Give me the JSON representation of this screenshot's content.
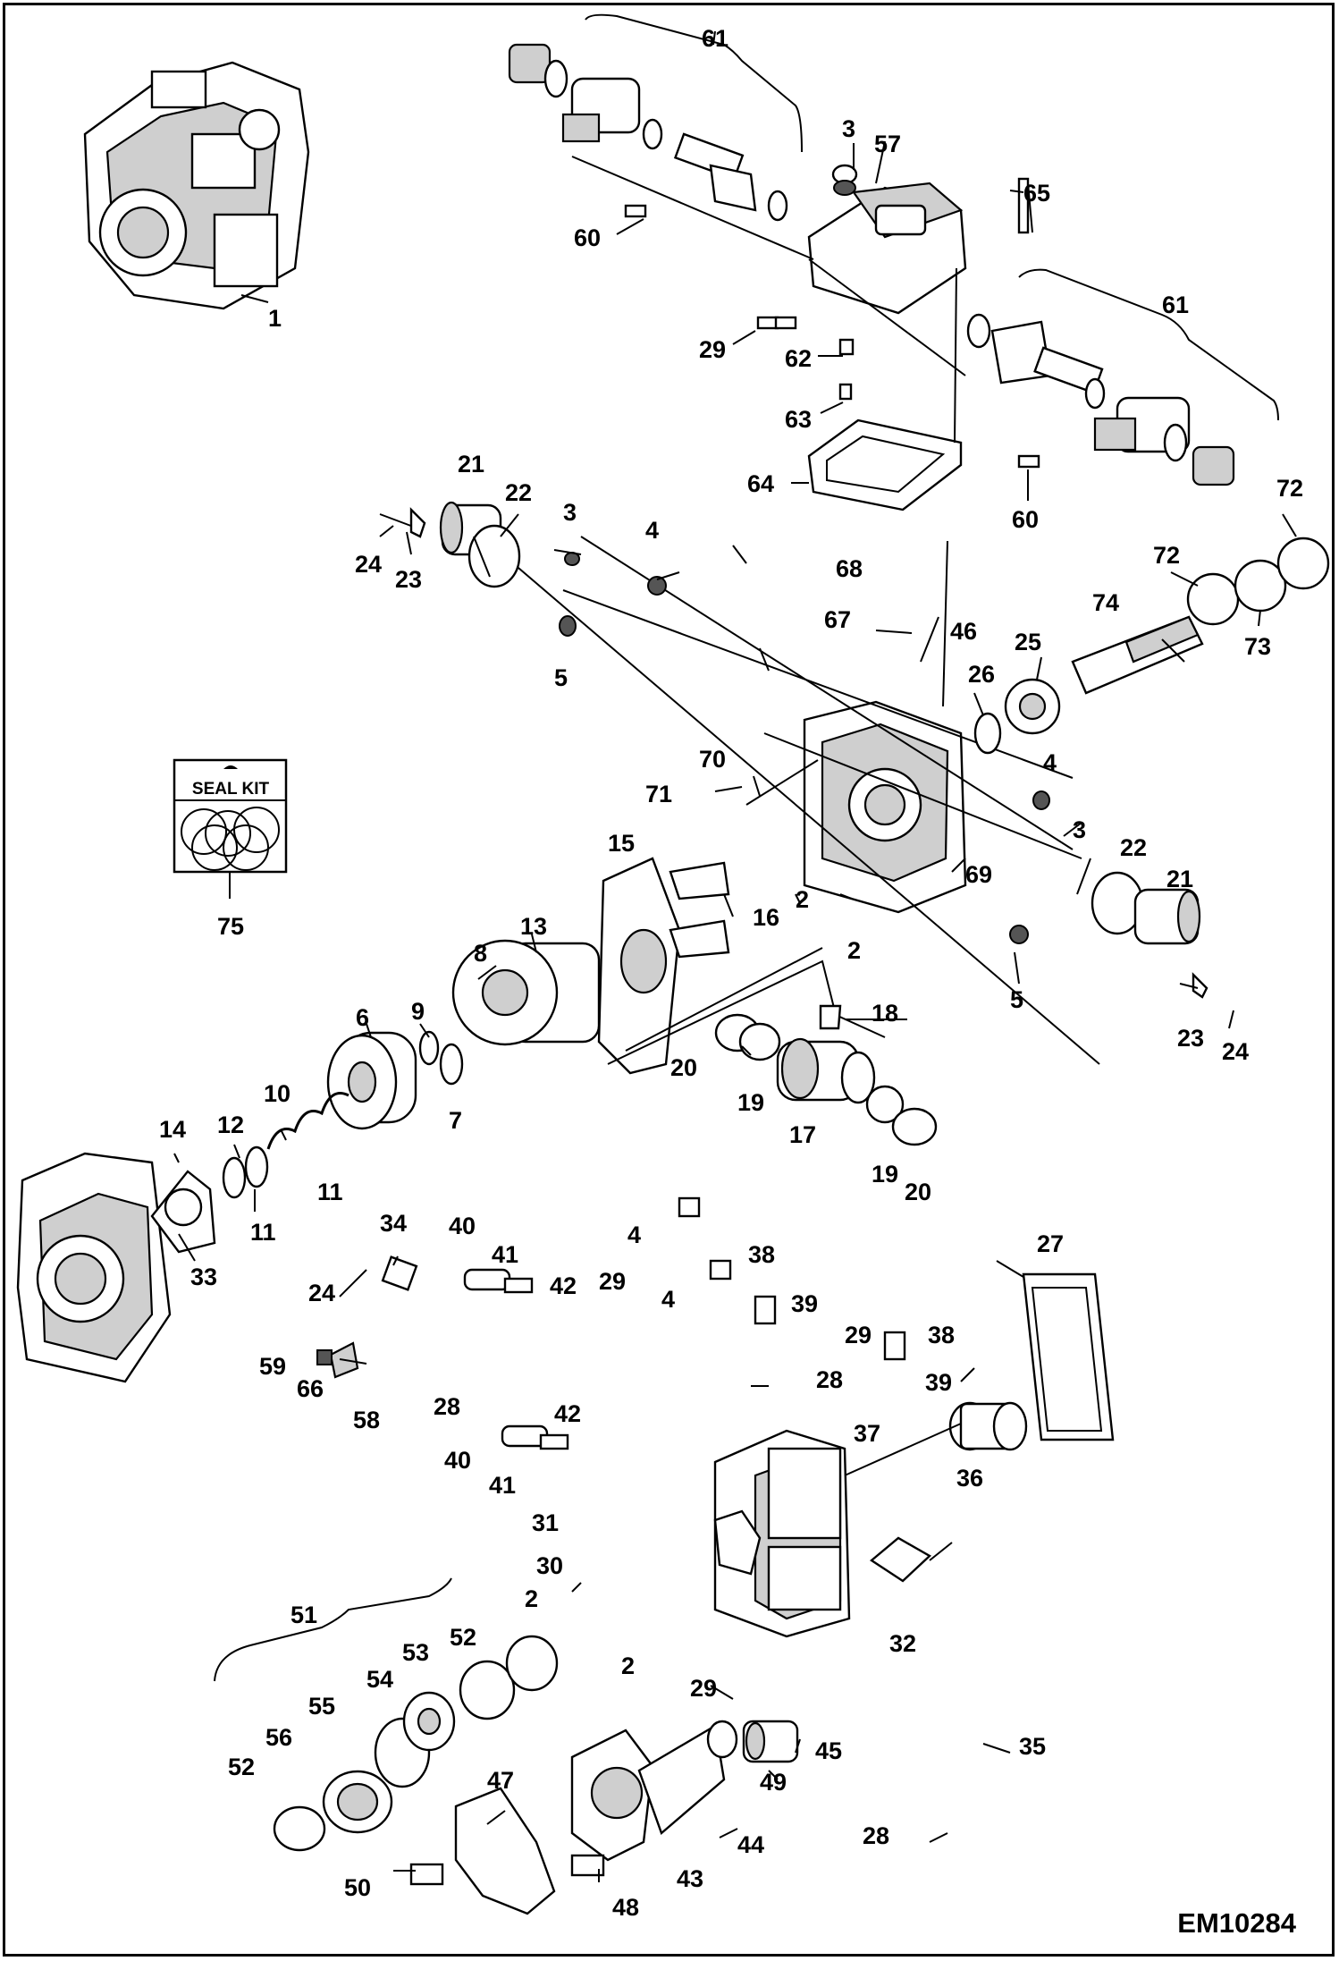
{
  "drawing_code": "EM10284",
  "seal_kit_label": "SEAL KIT",
  "callouts": {
    "c1": "1",
    "c2a": "2",
    "c2b": "2",
    "c2c": "2",
    "c2d": "2",
    "c3a": "3",
    "c3b": "3",
    "c3c": "3",
    "c4a": "4",
    "c4b": "4",
    "c4c": "4",
    "c4d": "4",
    "c5a": "5",
    "c5b": "5",
    "c6": "6",
    "c7": "7",
    "c8": "8",
    "c9": "9",
    "c10": "10",
    "c11a": "11",
    "c11b": "11",
    "c12": "12",
    "c13": "13",
    "c14": "14",
    "c15": "15",
    "c16": "16",
    "c17": "17",
    "c18": "18",
    "c19a": "19",
    "c19b": "19",
    "c20a": "20",
    "c20b": "20",
    "c21a": "21",
    "c21b": "21",
    "c22a": "22",
    "c22b": "22",
    "c23a": "23",
    "c23b": "23",
    "c24a": "24",
    "c24b": "24",
    "c24c": "24",
    "c25": "25",
    "c26": "26",
    "c27": "27",
    "c28a": "28",
    "c28b": "28",
    "c28c": "28",
    "c29a": "29",
    "c29b": "29",
    "c29c": "29",
    "c29d": "29",
    "c30": "30",
    "c31": "31",
    "c32": "32",
    "c33": "33",
    "c34": "34",
    "c35": "35",
    "c36": "36",
    "c37": "37",
    "c38a": "38",
    "c38b": "38",
    "c39a": "39",
    "c39b": "39",
    "c40a": "40",
    "c40b": "40",
    "c41a": "41",
    "c41b": "41",
    "c42a": "42",
    "c42b": "42",
    "c43": "43",
    "c44": "44",
    "c45": "45",
    "c46": "46",
    "c47": "47",
    "c48": "48",
    "c49": "49",
    "c50": "50",
    "c51": "51",
    "c52a": "52",
    "c52b": "52",
    "c53": "53",
    "c54": "54",
    "c55": "55",
    "c56": "56",
    "c57": "57",
    "c58": "58",
    "c59": "59",
    "c60a": "60",
    "c60b": "60",
    "c61a": "61",
    "c61b": "61",
    "c62": "62",
    "c63": "63",
    "c64": "64",
    "c65": "65",
    "c66": "66",
    "c67": "67",
    "c68": "68",
    "c69": "69",
    "c70": "70",
    "c71": "71",
    "c72a": "72",
    "c72b": "72",
    "c73": "73",
    "c74": "74",
    "c75": "75"
  }
}
